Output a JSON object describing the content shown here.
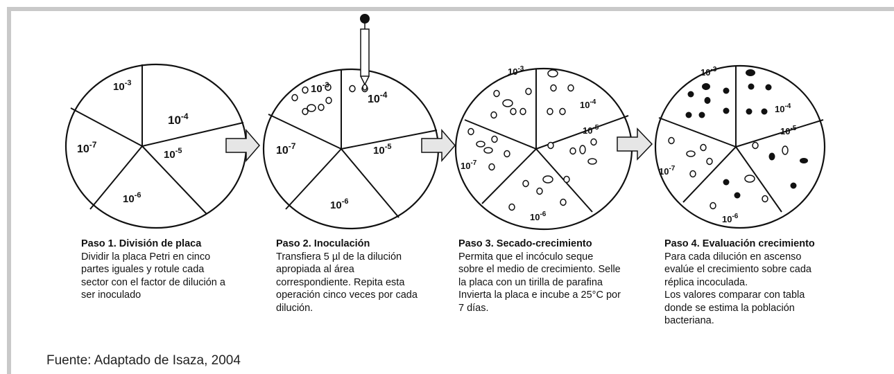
{
  "steps": [
    {
      "title": "Paso 1. División de placa",
      "description": "Dividir la placa Petri en cinco\npartes iguales y rotule cada\nsector con el factor de dilución a\nser inoculado",
      "sectors": [
        {
          "base": "10",
          "exp": "-3"
        },
        {
          "base": "10",
          "exp": "-4"
        },
        {
          "base": "10",
          "exp": "-5"
        },
        {
          "base": "10",
          "exp": "-6"
        },
        {
          "base": "10",
          "exp": "-7"
        }
      ]
    },
    {
      "title": "Paso 2. Inoculación",
      "description": "Transfiera 5 µl de la dilución\napropiada al área\ncorrespondiente. Repita esta\noperación cinco veces por cada\ndilución.",
      "sectors": [
        {
          "base": "10",
          "exp": "-3"
        },
        {
          "base": "10",
          "exp": "-4"
        },
        {
          "base": "10",
          "exp": "-5"
        },
        {
          "base": "10",
          "exp": "-6"
        },
        {
          "base": "10",
          "exp": "-7"
        }
      ]
    },
    {
      "title": "Paso 3. Secado-crecimiento",
      "description": "Permita que el incóculo seque\nsobre el medio de crecimiento. Selle\nla placa con un tirilla de parafina\nInvierta la placa e incube a 25°C por\n7 días.",
      "sectors": [
        {
          "base": "10",
          "exp": "-3"
        },
        {
          "base": "10",
          "exp": "-4"
        },
        {
          "base": "10",
          "exp": "-5"
        },
        {
          "base": "10",
          "exp": "-6"
        },
        {
          "base": "10",
          "exp": "-7"
        }
      ]
    },
    {
      "title": "Paso 4. Evaluación crecimiento",
      "description": "Para cada dilución en ascenso\nevalúe el crecimiento sobre cada\nréplica incoculada.\nLos valores comparar con tabla\ndonde se estima la población\nbacteriana.",
      "sectors": [
        {
          "base": "10",
          "exp": "-3"
        },
        {
          "base": "10",
          "exp": "-4"
        },
        {
          "base": "10",
          "exp": "-5"
        },
        {
          "base": "10",
          "exp": "-6"
        },
        {
          "base": "10",
          "exp": "-7"
        }
      ]
    }
  ],
  "source": "Fuente: Adaptado de Isaza, 2004",
  "colors": {
    "border": "#c9c9c9",
    "line": "#111111",
    "arrow_fill": "#e6e6e6"
  }
}
